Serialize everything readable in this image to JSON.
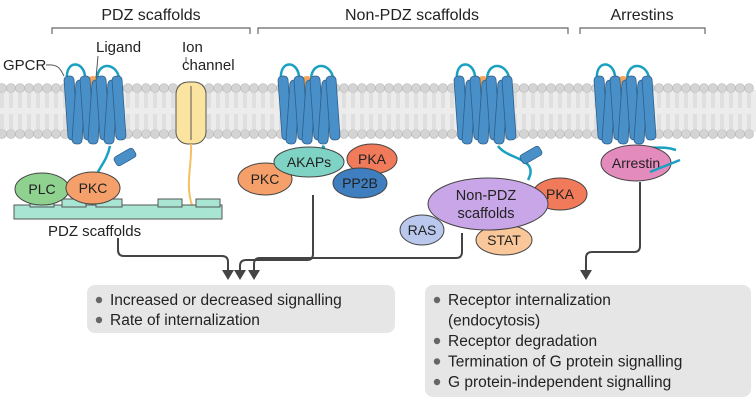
{
  "headers": {
    "pdz": "PDZ scaffolds",
    "non_pdz": "Non-PDZ scaffolds",
    "arrestins": "Arrestins"
  },
  "labels": {
    "gpcr": "GPCR",
    "ligand": "Ligand",
    "ion_line1": "Ion",
    "ion_line2": "channel",
    "pdz_scaffolds_bottom": "PDZ scaffolds"
  },
  "proteins": {
    "plc": "PLC",
    "pkc_left": "PKC",
    "akaps": "AKAPs",
    "pka_mid": "PKA",
    "pkc_mid": "PKC",
    "pp2b": "PP2B",
    "non_pdz_line1": "Non-PDZ",
    "non_pdz_line2": "scaffolds",
    "pka_right": "PKA",
    "ras": "RAS",
    "stat": "STAT",
    "arrestin": "Arrestin"
  },
  "outcomes_left": [
    "Increased or decreased signalling",
    "Rate of internalization"
  ],
  "outcomes_right": [
    "Receptor internalization",
    "(endocytosis)",
    "Receptor degradation",
    "Termination of G protein signalling",
    "G protein-independent signalling"
  ],
  "colors": {
    "receptor": "#4a90c8",
    "ligand": "#f2a65a",
    "membrane": "#e0e0e0",
    "loop": "#1aa0c0",
    "plc": "#8fd28f",
    "pkc": "#f5a06a",
    "akaps": "#7fd3c4",
    "pka": "#f07a5a",
    "pp2b": "#3f7fbf",
    "non_pdz": "#c9a6e8",
    "ras": "#b9c8ec",
    "stat": "#f9c79a",
    "arrestin": "#e48bbd",
    "box": "#e6e6e6"
  }
}
